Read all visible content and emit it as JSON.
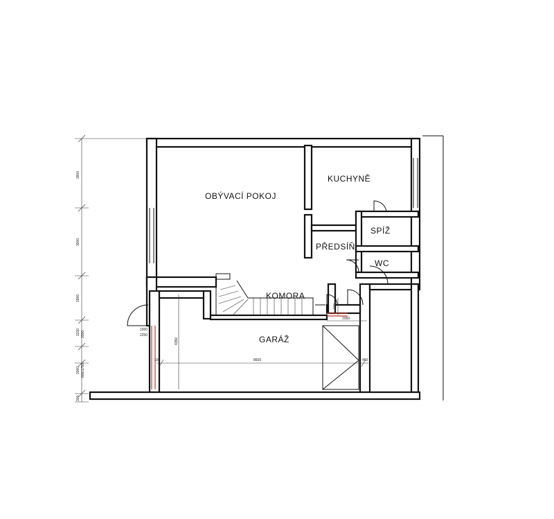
{
  "rooms": {
    "living_room": "OBÝVACÍ POKOJ",
    "kitchen": "KUCHYNĚ",
    "pantry": "SPÍŽ",
    "hall": "PŘEDSÍŇ",
    "wc": "WC",
    "storage": "KOMORA",
    "garage": "GARÁŽ"
  },
  "dimensions": {
    "left_chain": [
      "2800",
      "3000",
      "1800",
      "1150",
      "3300",
      "2000",
      "600/1750",
      "300"
    ],
    "door_left_top": "1000",
    "door_left_bottom": "2250",
    "garage_depth": "4350",
    "garage_width": "8600",
    "small_100_left": "100",
    "small_450_right": "450",
    "door_900": "900",
    "door_1050": "1050"
  }
}
